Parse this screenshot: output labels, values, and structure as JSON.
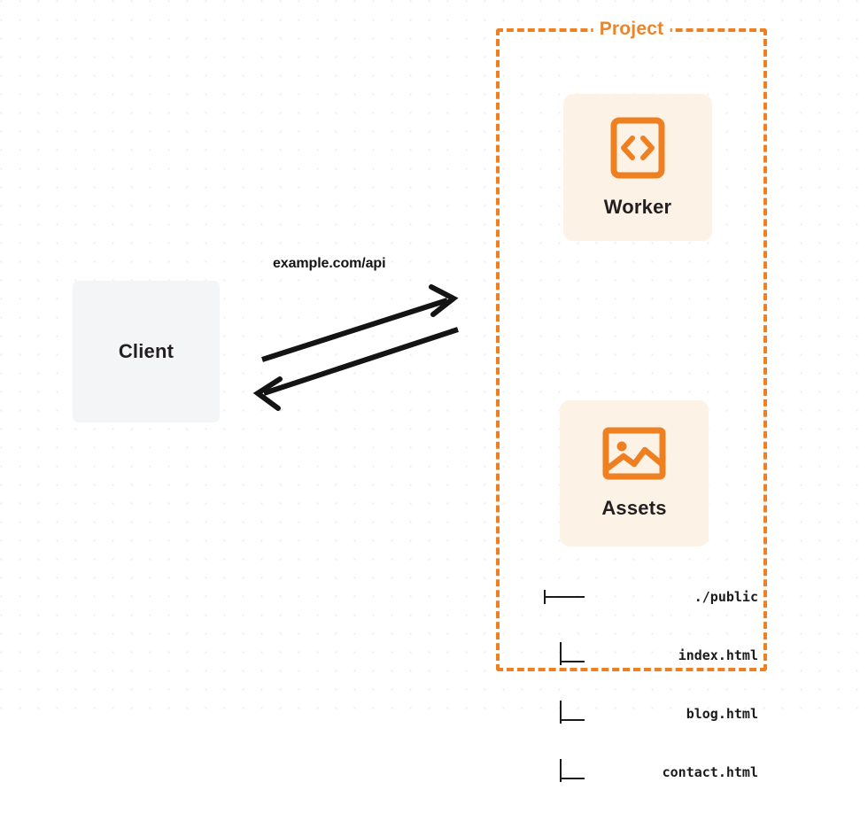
{
  "diagram": {
    "title": "Project",
    "background": "dotted-grid",
    "accent_color": "#ef8022",
    "card_fill": "#fdf2e6",
    "client_fill": "#f4f5f7",
    "text_color": "#231f20"
  },
  "client": {
    "label": "Client"
  },
  "connection": {
    "label": "example.com/api",
    "direction": "bidirectional"
  },
  "project": {
    "label": "Project",
    "cards": [
      {
        "label": "Worker",
        "icon": "code-brackets-icon"
      },
      {
        "label": "Assets",
        "icon": "image-icon"
      }
    ]
  },
  "file_tree": {
    "root": "./public",
    "children": [
      "index.html",
      "blog.html",
      "contact.html"
    ]
  }
}
